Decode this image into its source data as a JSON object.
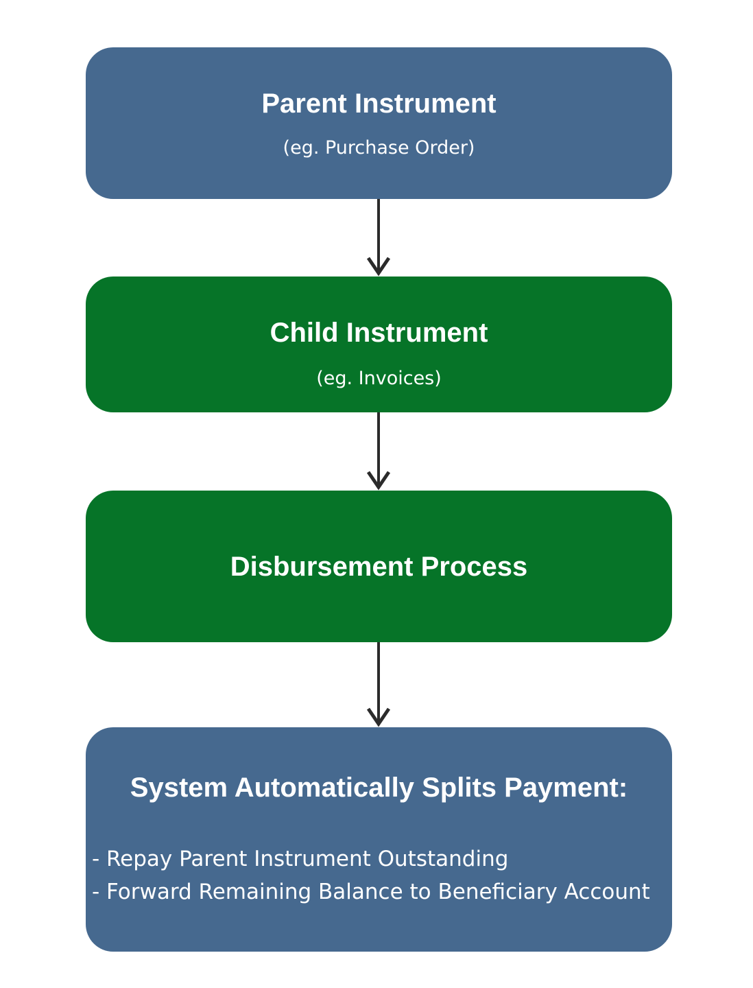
{
  "colors": {
    "blue_node": "#46698f",
    "green_node": "#067428",
    "arrow": "#2b2b2b",
    "text": "#ffffff"
  },
  "nodes": {
    "parent": {
      "title": "Parent Instrument",
      "subtitle": "(eg. Purchase Order)"
    },
    "child": {
      "title": "Child Instrument",
      "subtitle": "(eg. Invoices)"
    },
    "disbursement": {
      "title": "Disbursement Process"
    },
    "split": {
      "title": "System Automatically Splits Payment:",
      "lines": [
        "- Repay Parent Instrument Outstanding",
        "- Forward Remaining Balance to Beneficiary Account"
      ]
    }
  }
}
